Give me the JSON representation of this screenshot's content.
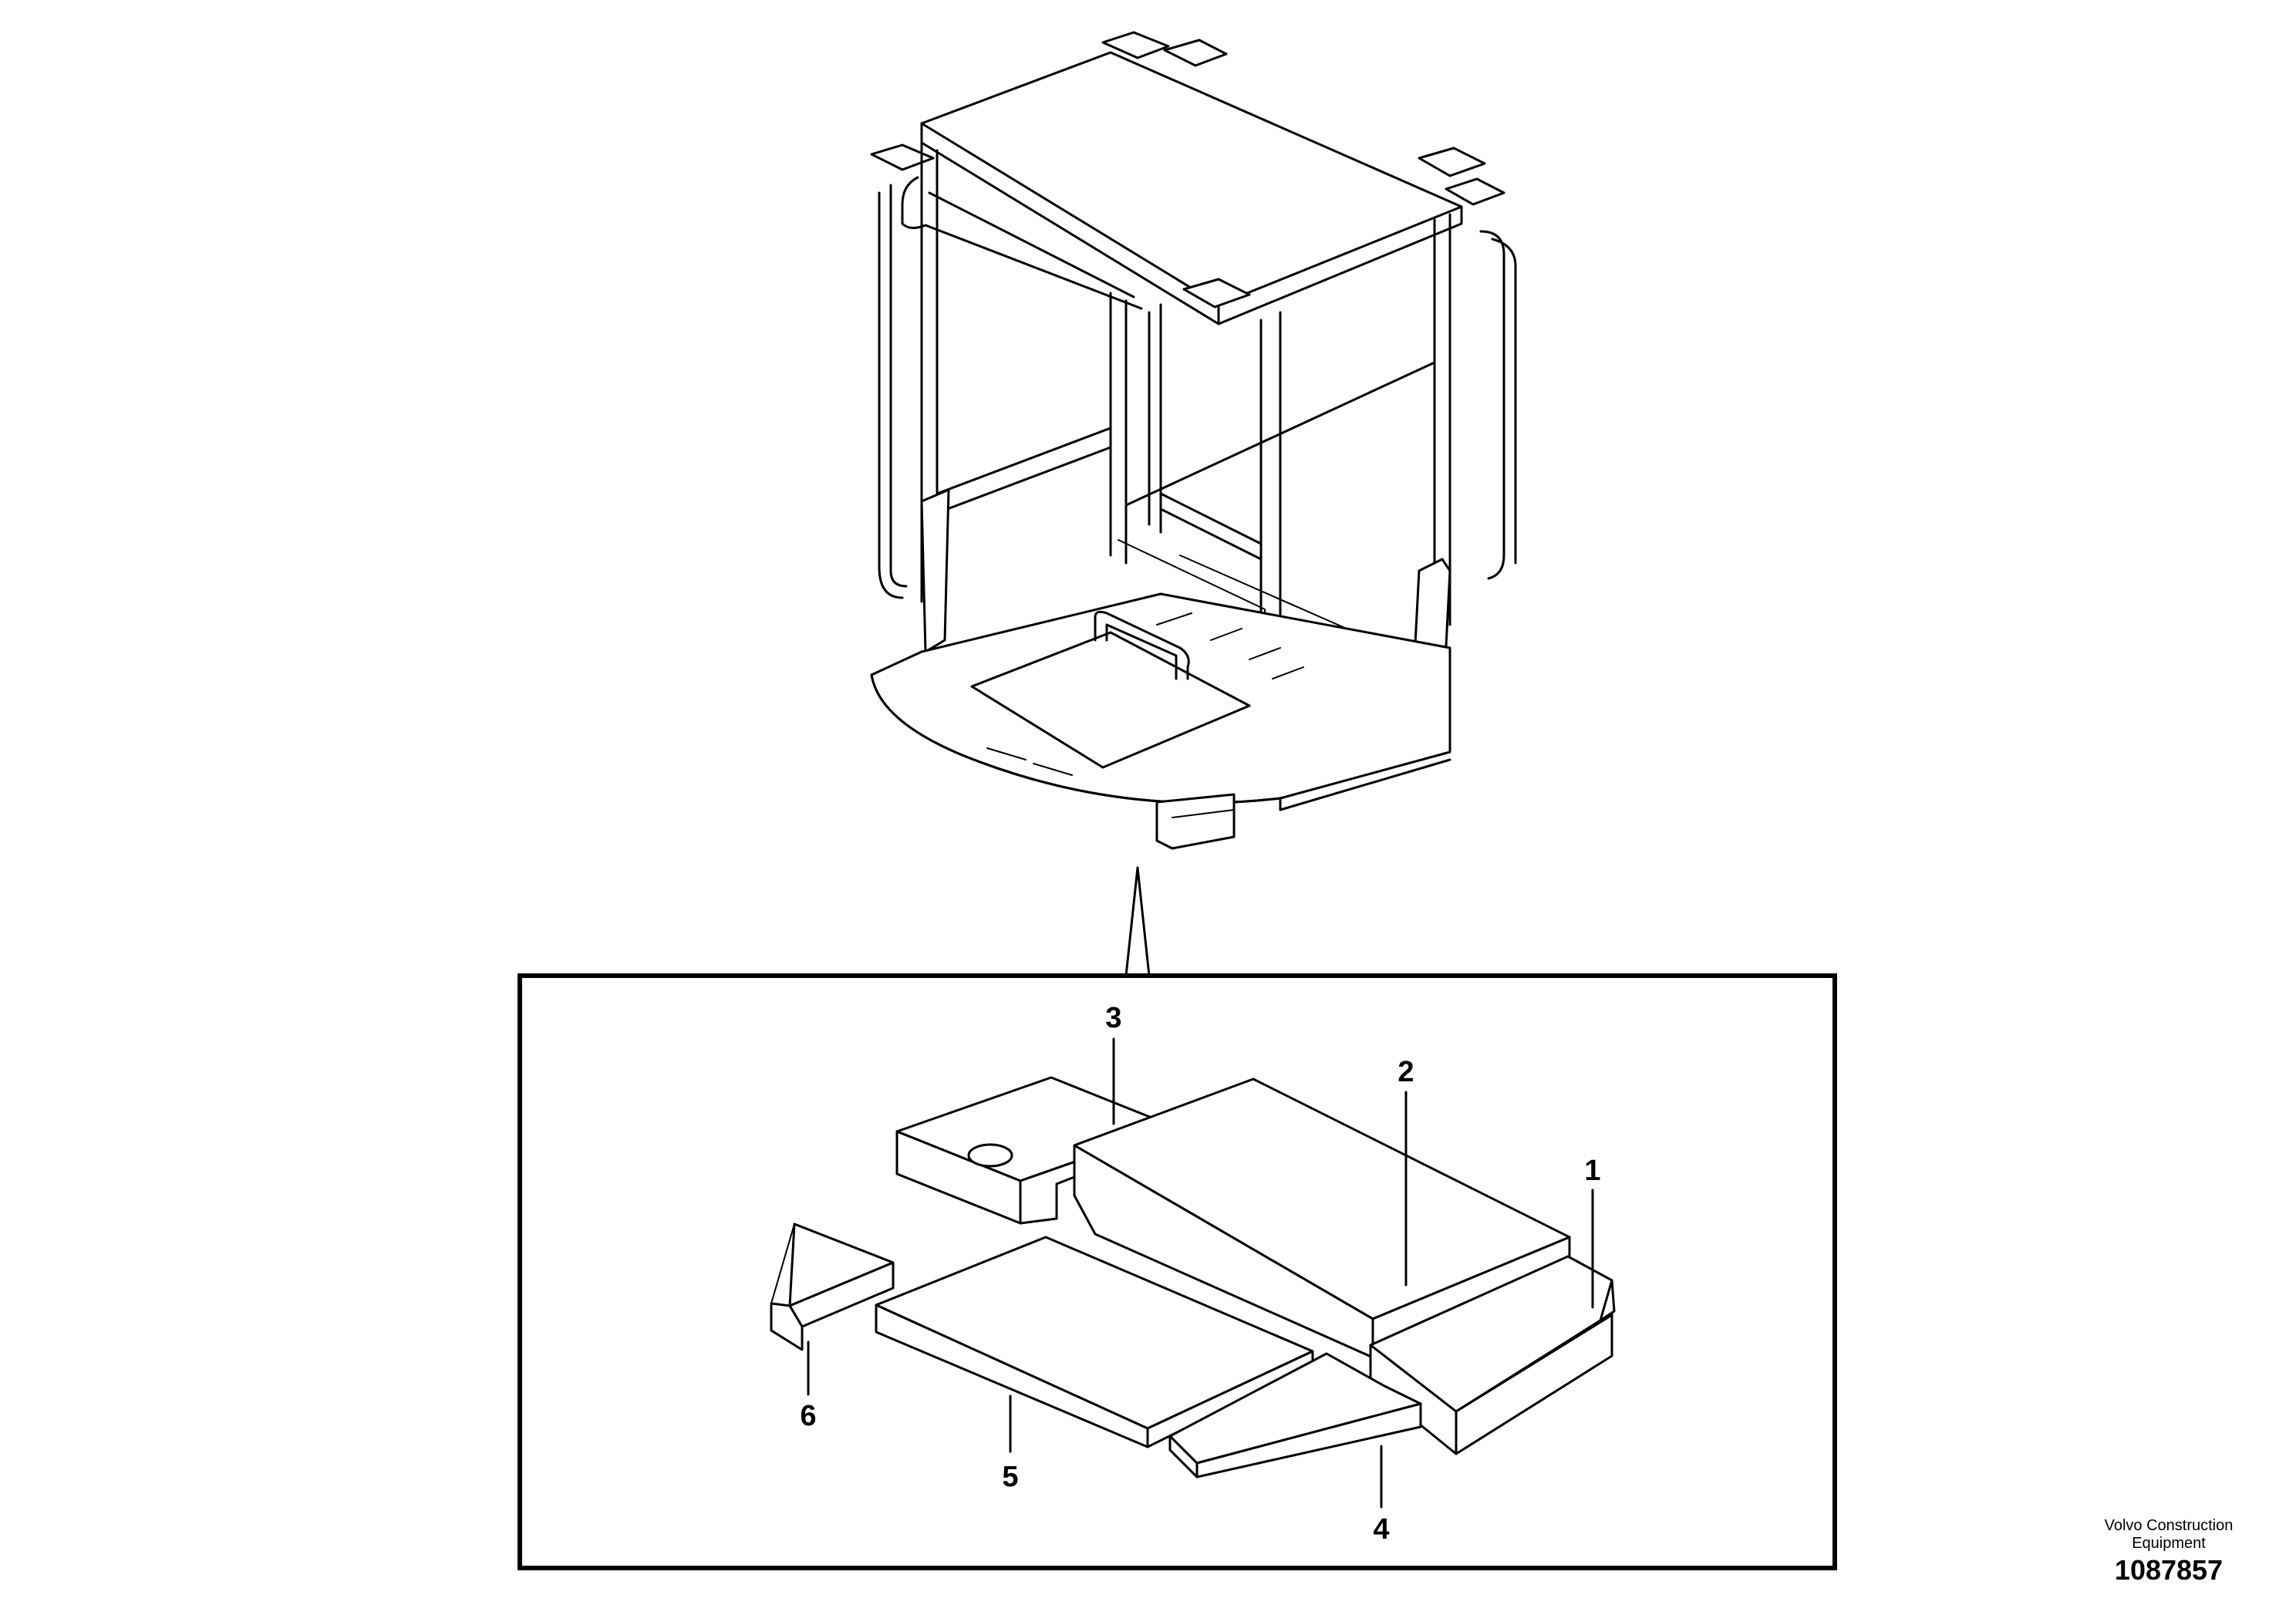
{
  "callouts": [
    {
      "id": "1",
      "label": "1"
    },
    {
      "id": "2",
      "label": "2"
    },
    {
      "id": "3",
      "label": "3"
    },
    {
      "id": "4",
      "label": "4"
    },
    {
      "id": "5",
      "label": "5"
    },
    {
      "id": "6",
      "label": "6"
    }
  ],
  "credit": {
    "line1": "Volvo Construction",
    "line2": "Equipment"
  },
  "drawing_number": "1087857"
}
